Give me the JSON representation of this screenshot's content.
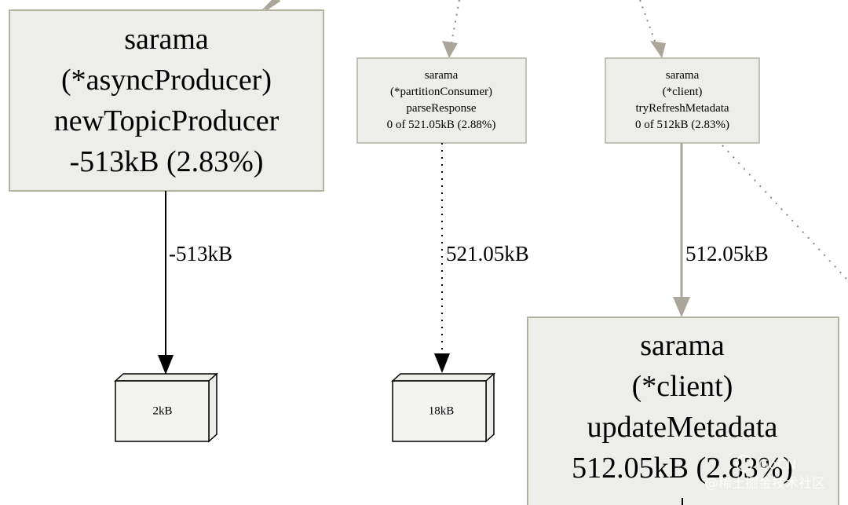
{
  "colors": {
    "node_fill": "#ededea",
    "node_border": "#b3b19f",
    "edge_solid": "#000000",
    "edge_gray": "#aaa69a",
    "edge_dotted": "#8a8a7a"
  },
  "nodes": {
    "async_producer": {
      "lines": [
        "sarama",
        "(*asyncProducer)",
        "newTopicProducer",
        "-513kB (2.83%)"
      ]
    },
    "partition_consumer": {
      "lines": [
        "sarama",
        "(*partitionConsumer)",
        "parseResponse",
        "0 of 521.05kB (2.88%)"
      ]
    },
    "client_refresh": {
      "lines": [
        "sarama",
        "(*client)",
        "tryRefreshMetadata",
        "0 of 512kB (2.83%)"
      ]
    },
    "client_update": {
      "lines": [
        "sarama",
        "(*client)",
        "updateMetadata",
        "512.05kB (2.83%)"
      ]
    }
  },
  "boxes": {
    "left": "2kB",
    "middle": "18kB"
  },
  "edges": {
    "producer_to_box": "-513kB",
    "consumer_to_box": "521.05kB",
    "refresh_to_update": "512.05kB"
  },
  "watermark": {
    "text": "@稀土掘金技术社区",
    "logo": "GoCN"
  }
}
